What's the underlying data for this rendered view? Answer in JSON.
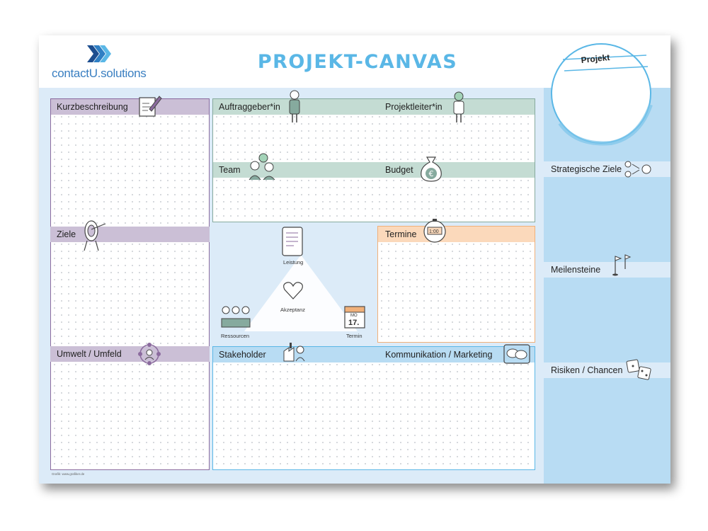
{
  "brand": {
    "logo_text": "contactU.solutions"
  },
  "title": "PROJEKT-CANVAS",
  "stamp": {
    "label": "Projekt"
  },
  "sections": {
    "kurzbeschreibung": "Kurzbeschreibung",
    "ziele": "Ziele",
    "umwelt": "Umwelt / Umfeld",
    "auftraggeber": "Auftraggeber*in",
    "projektleiter": "Projektleiter*in",
    "team": "Team",
    "budget": "Budget",
    "termine": "Termine",
    "stakeholder": "Stakeholder",
    "kommunikation": "Kommunikation / Marketing"
  },
  "triangle": {
    "top": "Leistung",
    "center": "Akzeptanz",
    "left": "Ressourcen",
    "right": "Termin",
    "calendar_day": "17.",
    "calendar_weekday": "MO",
    "clock": "1:00"
  },
  "right_panel": {
    "strategische_ziele": "Strategische Ziele",
    "meilensteine": "Meilensteine",
    "risiken": "Risiken / Chancen"
  },
  "credit": "Grafik: www.grafiker.de",
  "colors": {
    "title": "#5ab7e6",
    "purple": "#8b6b9e",
    "green": "#86aa9e",
    "orange": "#f0b07a",
    "blue": "#5ab7e6"
  }
}
